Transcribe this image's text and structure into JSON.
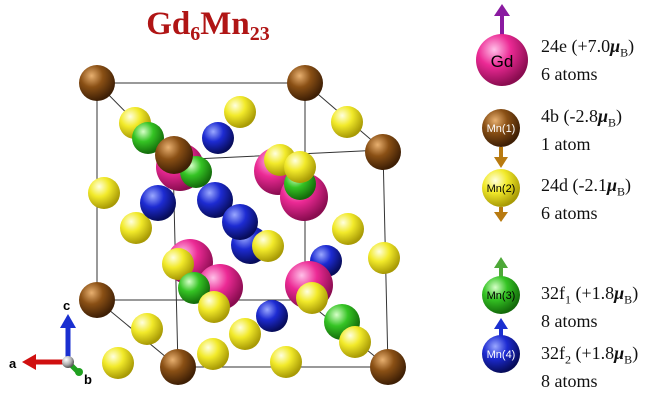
{
  "title": {
    "prefix": "Gd",
    "sub1": "6",
    "mid": "Mn",
    "sub2": "23"
  },
  "axes": {
    "a": "a",
    "b": "b",
    "c": "c"
  },
  "legend": [
    {
      "sphere": "Gd",
      "site": "24e (+7.0",
      "unit": "B",
      "close": ")",
      "atoms": "6 atoms",
      "color": "#e8208e",
      "moment": "up"
    },
    {
      "sphere": "Mn(1)",
      "site": "4b  (-2.8",
      "unit": "B",
      "close": ")",
      "atoms": "1 atom",
      "color": "#7a4410",
      "moment": "down"
    },
    {
      "sphere": "Mn(2)",
      "site": "24d (-2.1",
      "unit": "B",
      "close": ")",
      "atoms": "6 atoms",
      "color": "#f2ea2a",
      "moment": "down"
    },
    {
      "sphere": "Mn(3)",
      "site_a": "32f",
      "site_sub": "1",
      "site_b": " (+1.8",
      "unit": "B",
      "close": ")",
      "atoms": "8 atoms",
      "color": "#35c424",
      "moment": "up"
    },
    {
      "sphere": "Mn(4)",
      "site_a": "32f",
      "site_sub": "2",
      "site_b": " (+1.8",
      "unit": "B",
      "close": ")",
      "atoms": "8 atoms",
      "color": "#1d2bd2",
      "moment": "up"
    }
  ],
  "mu_symbol": "μ",
  "colors": {
    "gd": "#e8208e",
    "mn1": "#7a4410",
    "mn2": "#f2ea2a",
    "mn3": "#35c424",
    "mn4": "#1d2bd2",
    "title": "#b01515",
    "arrow_gd": "#8a1aa0",
    "arrow_mn_down": "#b87a10",
    "arrow_mn_up": "#4da838",
    "arrow_c": "#1a2fd0",
    "arrow_a": "#d01010",
    "arrow_b": "#20a020"
  }
}
